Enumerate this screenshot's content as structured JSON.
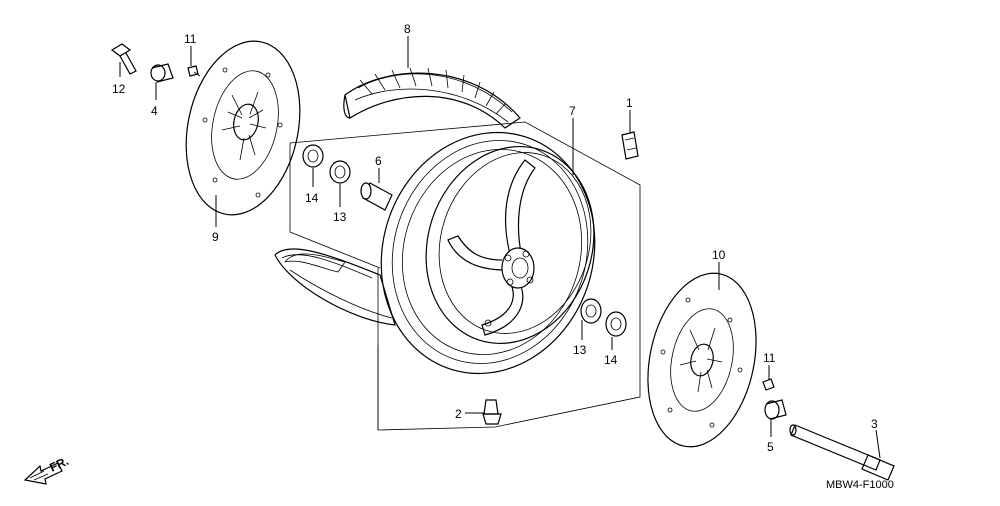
{
  "callouts": {
    "c1": "1",
    "c2": "2",
    "c3": "3",
    "c4": "4",
    "c5": "5",
    "c6": "6",
    "c7": "7",
    "c8": "8",
    "c9": "9",
    "c10": "10",
    "c11a": "11",
    "c11b": "11",
    "c12": "12",
    "c13a": "13",
    "c13b": "13",
    "c14a": "14",
    "c14b": "14"
  },
  "direction_label": "FR.",
  "figure_code": "MBW4-F1000"
}
